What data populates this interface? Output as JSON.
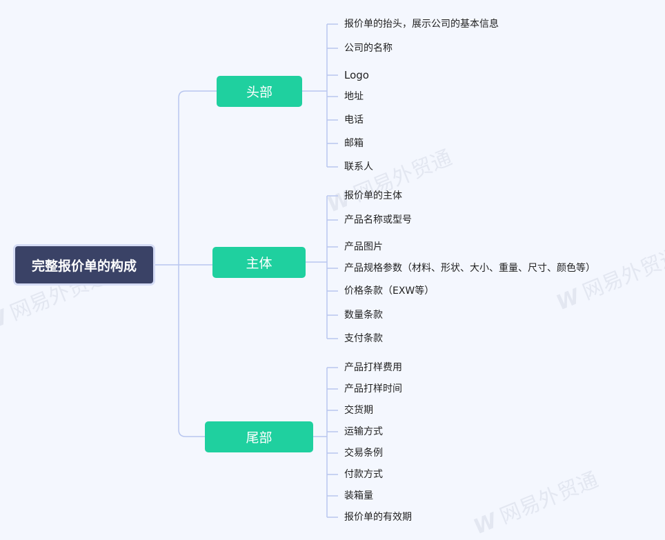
{
  "root": {
    "label": "完整报价单的构成"
  },
  "branches": [
    {
      "label": "头部",
      "items": [
        "报价单的抬头，展示公司的基本信息",
        "公司的名称",
        "Logo",
        "地址",
        "电话",
        "邮箱",
        "联系人"
      ]
    },
    {
      "label": "主体",
      "items": [
        "报价单的主体",
        "产品名称或型号",
        "产品图片",
        "产品规格参数（材料、形状、大小、重量、尺寸、颜色等）",
        "价格条款（EXW等）",
        "数量条款",
        "支付条款"
      ]
    },
    {
      "label": "尾部",
      "items": [
        "产品打样费用",
        "产品打样时间",
        "交货期",
        "运输方式",
        "交易条例",
        "付款方式",
        "装箱量",
        "报价单的有效期"
      ]
    }
  ],
  "watermark": {
    "logo": "W",
    "text": "网易外贸通"
  },
  "colors": {
    "root_bg": "#3a4266",
    "branch_bg": "#1fd09f",
    "line": "#b8c6ef",
    "background": "#f4f7fe"
  }
}
